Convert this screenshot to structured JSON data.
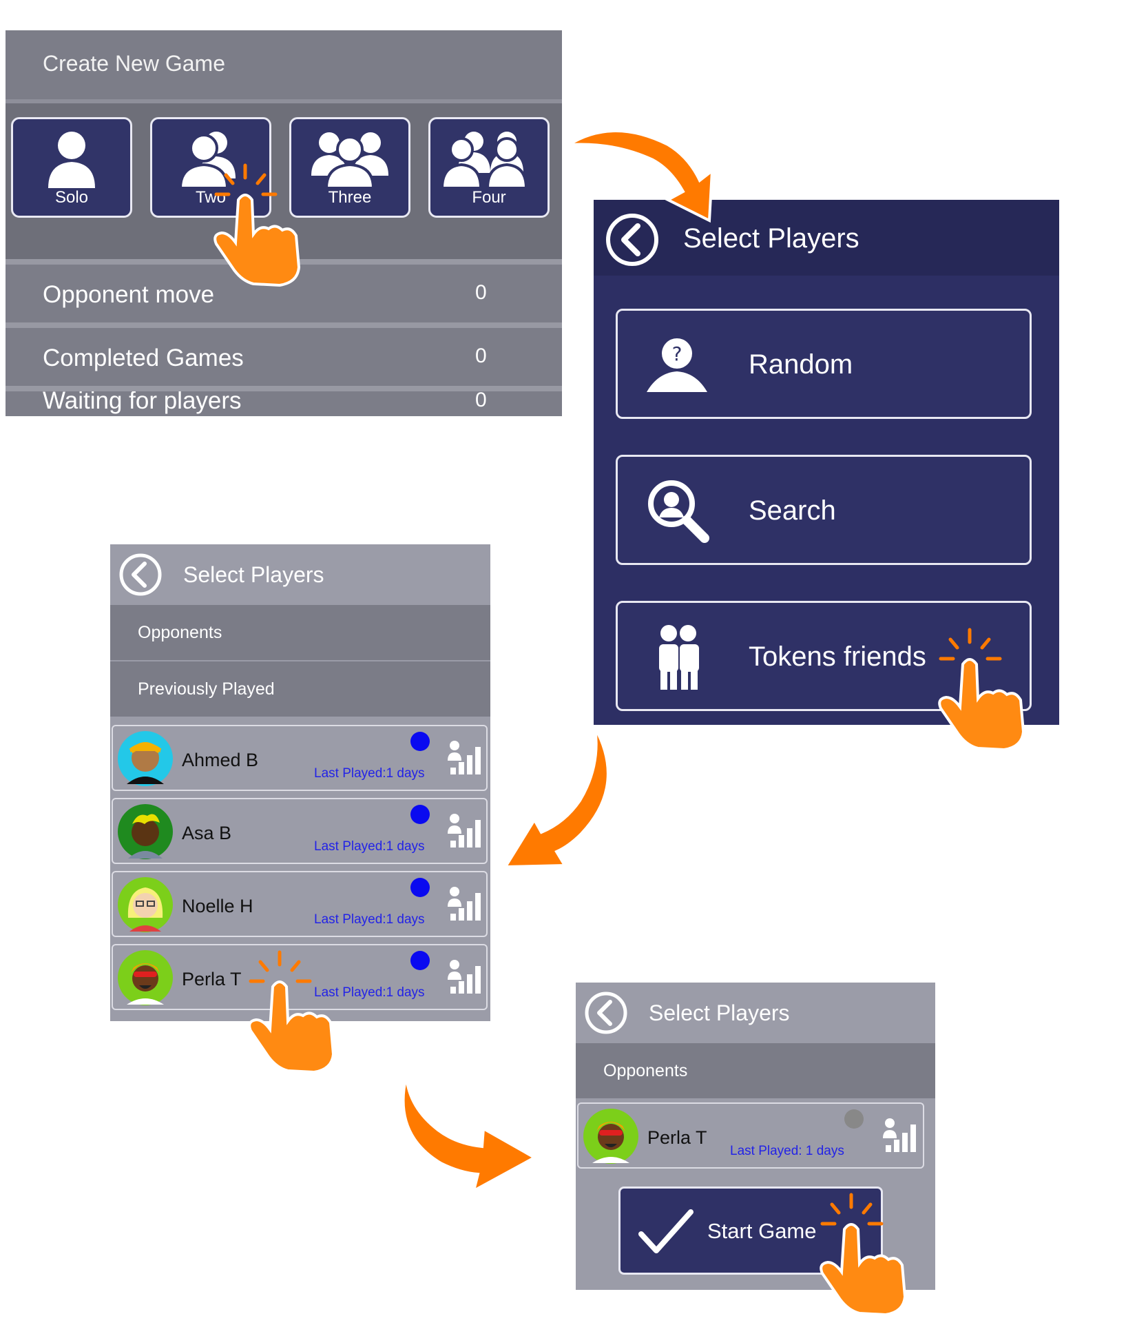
{
  "create_game": {
    "title": "Create New Game",
    "modes": [
      {
        "label": "Solo",
        "icon": "single-person-icon"
      },
      {
        "label": "Two",
        "icon": "two-people-icon"
      },
      {
        "label": "Three",
        "icon": "three-people-icon"
      },
      {
        "label": "Four",
        "icon": "four-people-icon"
      }
    ],
    "stats": [
      {
        "label": "Opponent move",
        "value": "0"
      },
      {
        "label": "Completed Games",
        "value": "0"
      },
      {
        "label": "Waiting for players",
        "value": "0"
      }
    ]
  },
  "select_players": {
    "title": "Select Players",
    "options": [
      {
        "label": "Random",
        "icon": "unknown-person-icon"
      },
      {
        "label": "Search",
        "icon": "search-person-icon"
      },
      {
        "label": "Tokens friends",
        "icon": "friends-icon"
      }
    ]
  },
  "opponent_list": {
    "title": "Select Players",
    "section_opponents": "Opponents",
    "section_previous": "Previously Played",
    "players": [
      {
        "name": "Ahmed B",
        "last_played": "Last Played:1 days",
        "status_color": "#0a0af0"
      },
      {
        "name": "Asa B",
        "last_played": "Last Played:1 days",
        "status_color": "#0a0af0"
      },
      {
        "name": "Noelle H",
        "last_played": "Last Played:1 days",
        "status_color": "#0a0af0"
      },
      {
        "name": "Perla T",
        "last_played": "Last Played:1 days",
        "status_color": "#0a0af0"
      }
    ]
  },
  "start_panel": {
    "title": "Select Players",
    "section_opponents": "Opponents",
    "selected_player": {
      "name": "Perla T",
      "last_played": "Last Played: 1 days",
      "status_color": "#888888"
    },
    "start_label": "Start Game"
  },
  "colors": {
    "dark_panel": "#2d2f64",
    "gray_panel": "#9b9ca8",
    "accent_orange": "#ff7a00",
    "status_blue": "#0a0af0"
  }
}
